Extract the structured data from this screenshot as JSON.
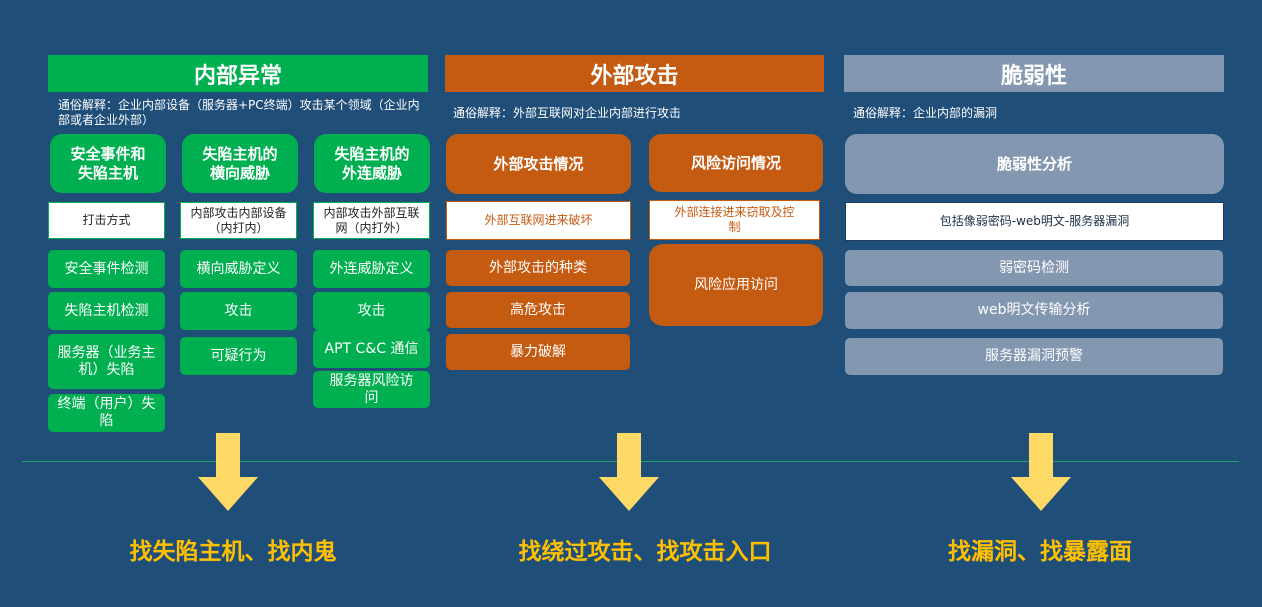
{
  "columns": {
    "internal": {
      "title": "内部异常",
      "note": "通俗解释：企业内部设备（服务器+PC终端）攻击某个领域（企业内部或者企业外部）",
      "categories": [
        {
          "title": "安全事件和失陷主机",
          "callout": "打击方式",
          "items": [
            "安全事件检测",
            "失陷主机检测",
            "服务器（业务主机）失陷",
            "终端（用户）失陷"
          ]
        },
        {
          "title": "失陷主机的横向威胁",
          "callout": "内部攻击内部设备（内打内）",
          "items": [
            "横向威胁定义",
            "攻击",
            "可疑行为"
          ]
        },
        {
          "title": "失陷主机的外连威胁",
          "callout": "内部攻击外部互联网（内打外）",
          "items": [
            "外连威胁定义",
            "攻击",
            "APT C&C 通信",
            "服务器风险访问"
          ]
        }
      ],
      "goal": "找失陷主机、找内鬼"
    },
    "external": {
      "title": "外部攻击",
      "note": "通俗解释：外部互联网对企业内部进行攻击",
      "categories": [
        {
          "title": "外部攻击情况",
          "callout": "外部互联网进来破坏",
          "items": [
            "外部攻击的种类",
            "高危攻击",
            "暴力破解"
          ]
        },
        {
          "title": "风险访问情况",
          "callout": "外部连接进来窃取及控制",
          "items": [
            "风险应用访问"
          ]
        }
      ],
      "goal": "找绕过攻击、找攻击入口"
    },
    "vulnerability": {
      "title": "脆弱性",
      "note": "通俗解释：企业内部的漏洞",
      "categories": [
        {
          "title": "脆弱性分析",
          "callout": "包括像弱密码-web明文-服务器漏洞",
          "items": [
            "弱密码检测",
            "web明文传输分析",
            "服务器漏洞预警"
          ]
        }
      ],
      "goal": "找漏洞、找暴露面"
    }
  },
  "colors": {
    "background": "#1f4e79",
    "internal": "#00b050",
    "external": "#c55a11",
    "vulnerability": "#8497b0",
    "arrow": "#ffd966",
    "goal_text": "#ffc000"
  }
}
